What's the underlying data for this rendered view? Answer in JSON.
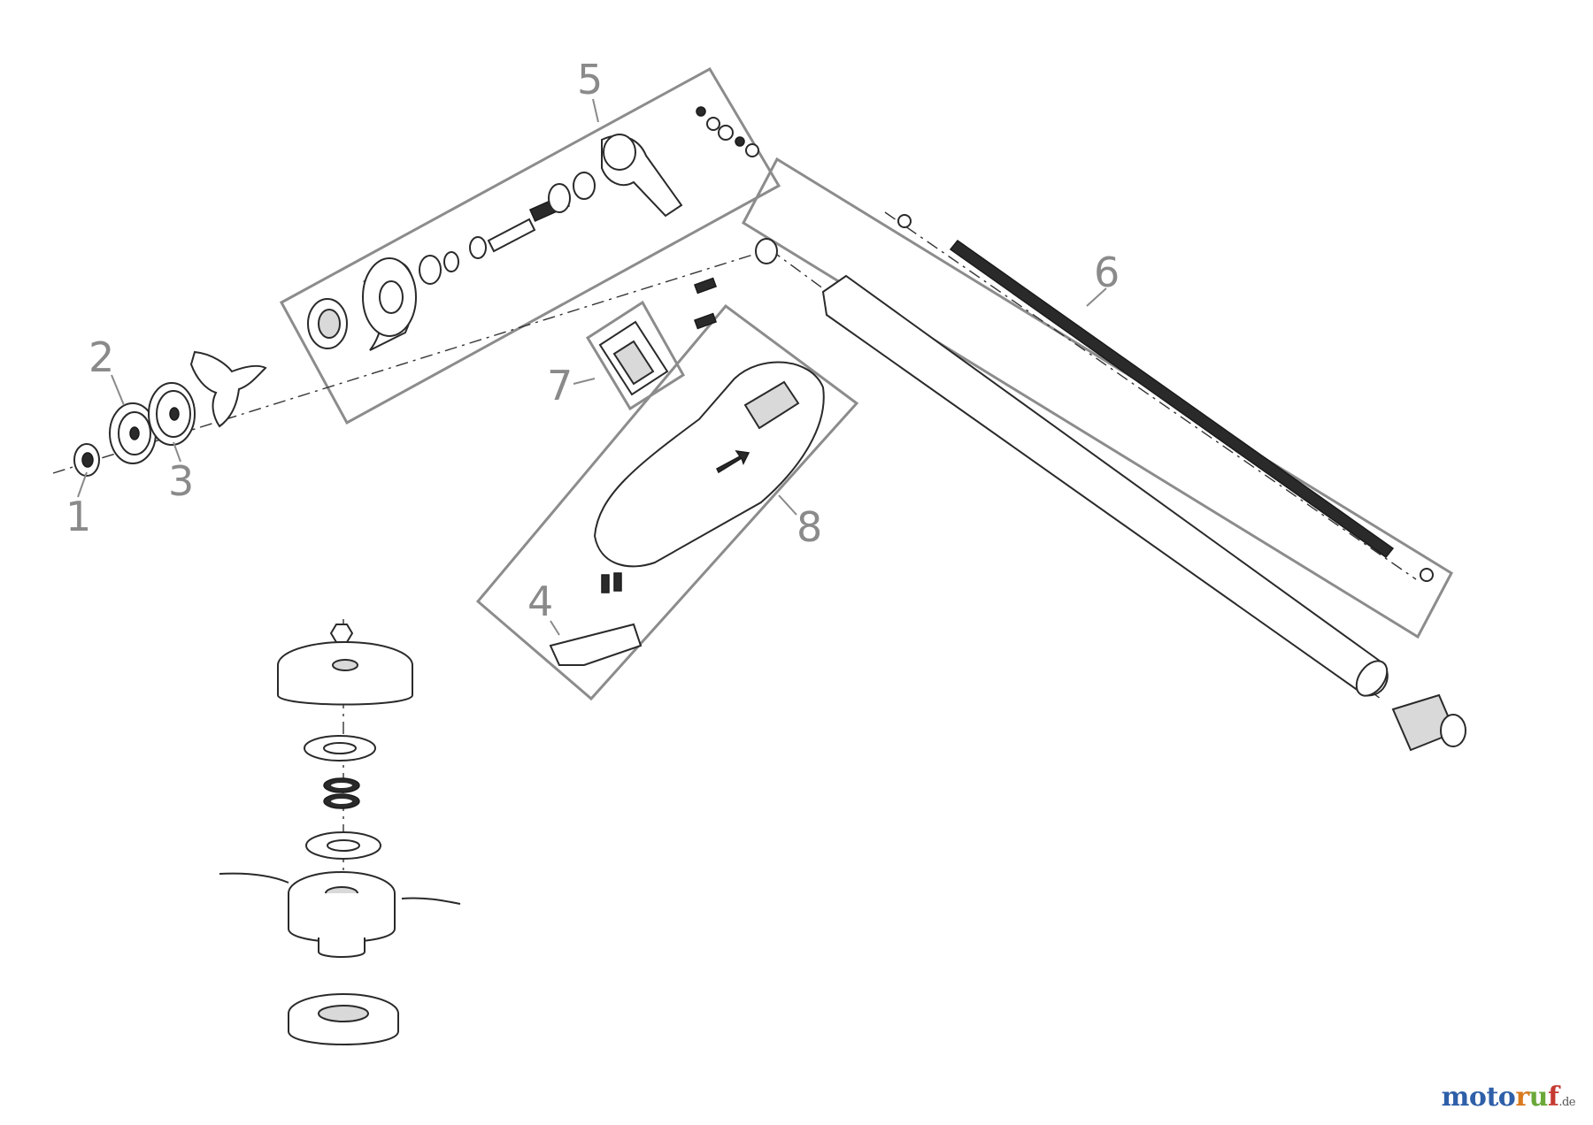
{
  "diagram": {
    "callouts": [
      "1",
      "2",
      "3",
      "4",
      "5",
      "6",
      "7",
      "8"
    ]
  },
  "watermark": {
    "parts": [
      {
        "text": "m",
        "color": "#2e5fa8"
      },
      {
        "text": "o",
        "color": "#2e5fa8"
      },
      {
        "text": "t",
        "color": "#2e5fa8"
      },
      {
        "text": "o",
        "color": "#2e5fa8"
      },
      {
        "text": "r",
        "color": "#d97a1f"
      },
      {
        "text": "u",
        "color": "#6aa83a"
      },
      {
        "text": "f",
        "color": "#c53a32"
      }
    ],
    "suffix": ".de"
  }
}
